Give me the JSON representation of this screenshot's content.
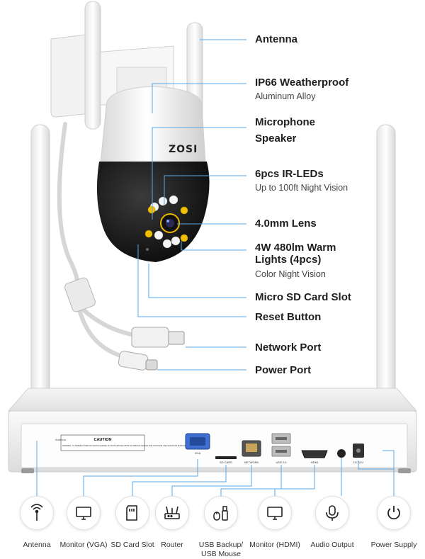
{
  "callouts": {
    "antenna": {
      "title": "Antenna"
    },
    "weatherproof": {
      "title": "IP66 Weatherproof",
      "sub": "Aluminum Alloy"
    },
    "microphone": {
      "title": "Microphone"
    },
    "speaker": {
      "title": "Speaker"
    },
    "irleds": {
      "title": "6pcs IR-LEDs",
      "sub": "Up to 100ft Night Vision"
    },
    "lens": {
      "title": "4.0mm Lens"
    },
    "lights": {
      "title1": "4W 480lm Warm",
      "title2": "Lights (4pcs)",
      "sub": "Color Night Vision"
    },
    "sdslot": {
      "title": "Micro SD Card Slot"
    },
    "reset": {
      "title": "Reset Button"
    },
    "network": {
      "title": "Network Port"
    },
    "power": {
      "title": "Power Port"
    }
  },
  "brand": "ZOSI",
  "nvr": {
    "caution_title": "CAUTION",
    "caution_text": "WARNING: TO PREVENT FIRE OR SHOCK HAZARD, DO NOT EXPOSE UNITS NO SPECIAL DESIGN FOR OUTDOOR USE IN RAIN OR MOISTURE.",
    "antenna_label": "Antenna",
    "vga_label": "VGA",
    "sd_label": "SD CARD",
    "network_label": "NETWORK",
    "usb_label": "USB 2.0",
    "hdmi_label": "HDMI",
    "dc_label": "DC 12V"
  },
  "icons": [
    {
      "name": "antenna-icon",
      "label": "Antenna"
    },
    {
      "name": "monitor-vga-icon",
      "label": "Monitor (VGA)"
    },
    {
      "name": "sd-card-icon",
      "label": "SD Card Slot"
    },
    {
      "name": "router-icon",
      "label": "Router"
    },
    {
      "name": "usb-mouse-icon",
      "label": "USB Backup/ USB Mouse"
    },
    {
      "name": "monitor-hdmi-icon",
      "label": "Monitor (HDMI)"
    },
    {
      "name": "microphone-icon",
      "label": "Audio Output"
    },
    {
      "name": "power-icon",
      "label": "Power Supply"
    }
  ],
  "colors": {
    "callout_line": "#5aa9e6",
    "ir_led": "#f0c000",
    "lens_ring": "#e8b400"
  }
}
